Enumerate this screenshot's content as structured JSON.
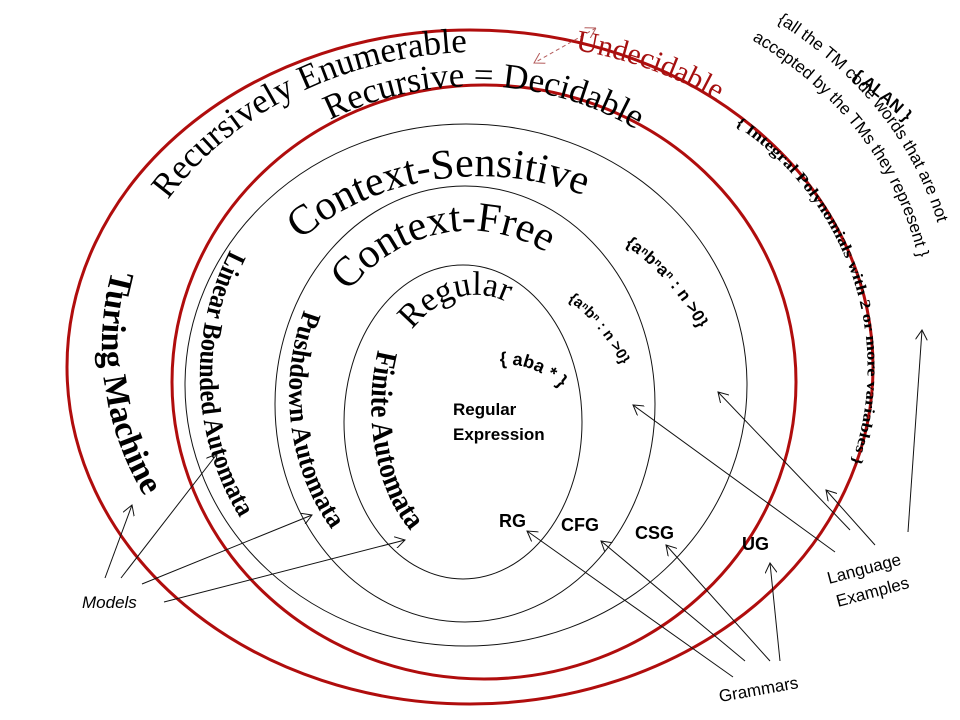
{
  "colors": {
    "red_ring": "#b00d0d",
    "black_ring": "#111111",
    "undecidable_text": "#a51010",
    "undecidable_arrow": "#b45b5b",
    "text": "#000000"
  },
  "classes": {
    "recursively_enumerable": "Recursively  Enumerable",
    "recursive_decidable": "Recursive = Decidable",
    "undecidable": "Undecidable",
    "context_sensitive": "Context-Sensitive",
    "context_free": "Context-Free",
    "regular": "Regular"
  },
  "models": {
    "turing_machine": "Turing Machine",
    "linear_bounded_automata": "Linear Bounded Automata",
    "pushdown_automata": "Pushdown Automata",
    "finite_automata": "Finite Automata"
  },
  "grammars": {
    "rg": "RG",
    "cfg": "CFG",
    "csg": "CSG",
    "ug": "UG"
  },
  "language_examples": {
    "regular": "{ aba * }",
    "regular_expression_line1": "Regular",
    "regular_expression_line2": "Expression",
    "context_free": "{aⁿbⁿ : n >0}",
    "context_sensitive": "{aⁿbⁿaⁿ : n >0}",
    "recursive": "{ Integral Polynomials with 2 or more variables }",
    "recursively_enumerable": "{ ALAN }",
    "undecidable_line1": "{all the TM code words that are not",
    "undecidable_line2": "accepted by the TMs they represent }"
  },
  "callouts": {
    "models": "Models",
    "grammars": "Grammars",
    "language_examples_line1": "Language",
    "language_examples_line2": "Examples"
  }
}
